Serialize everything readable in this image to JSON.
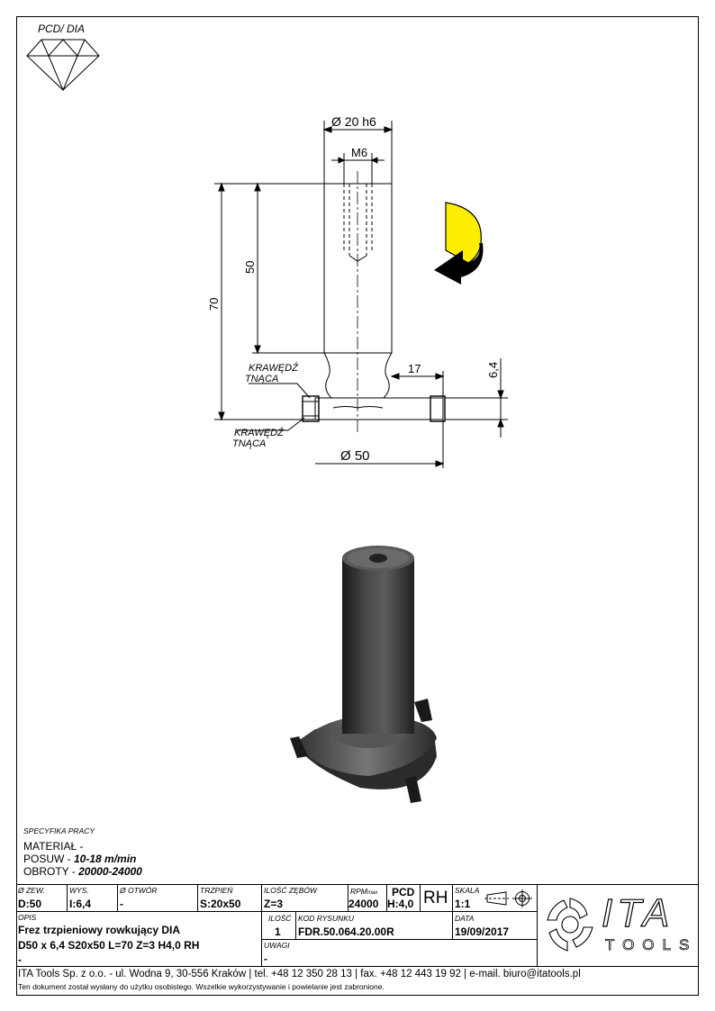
{
  "diamond_label": "PCD/ DIA",
  "drawing": {
    "dim_shank_diameter": "Ø 20 h6",
    "dim_thread": "M6",
    "dim_total_length": "70",
    "dim_shank_length": "50",
    "dim_height": "6,4",
    "dim_offset": "17",
    "dim_diameter": "Ø 50",
    "label_edge_1": [
      "KRAWĘDŹ",
      "TNĄCA"
    ],
    "label_edge_2": [
      "KRAWĘDŹ",
      "TNĄCA"
    ],
    "rotation_color": "#ffee00"
  },
  "spec": {
    "title": "SPECYFIKA PRACY",
    "material_label": "MATERIAŁ -",
    "feed_label": "POSUW - ",
    "feed_value": "10-18 m/min",
    "rpm_label": "OBROTY - ",
    "rpm_value": "20000-24000"
  },
  "title_block": {
    "outer_dia_label": "Ø ZEW.",
    "outer_dia_value": "D:50",
    "height_label": "WYS.",
    "height_value": "I:6,4",
    "bore_label": "Ø OTWÓR",
    "bore_value": "-",
    "shank_label": "TRZPIEŃ",
    "shank_value": "S:20x50",
    "teeth_label": "ILOŚĆ ZĘBÓW",
    "teeth_value": "Z=3",
    "rpm_label": "RPM",
    "rpm_sub": "max",
    "rpm_value": "24000",
    "pcd_label": "PCD",
    "pcd_value": "H:4,0",
    "rotation": "RH",
    "scale_label": "SKALA",
    "scale_value": "1:1",
    "desc_label": "OPIS",
    "desc_line1": "Frez trzpieniowy rowkujący DIA",
    "desc_line2": "D50 x 6,4 S20x50 L=70 Z=3 H4,0 RH",
    "desc_line3": "-",
    "qty_label": "ILOŚĆ",
    "qty_value": "1",
    "code_label": "KOD RYSUNKU",
    "code_value": "FDR.50.064.20.00R",
    "date_label": "DATA",
    "date_value": "19/09/2017",
    "notes_label": "UWAGI",
    "notes_value": "-",
    "logo_main": "ITA",
    "logo_sub": "TOOLS"
  },
  "footer": {
    "line1": "ITA Tools Sp. z o.o. - ul. Wodna 9, 30-556 Kraków | tel. +48 12 350 28 13 | fax. +48 12 443 19 92 | e-mail. biuro@itatools.pl",
    "line2": "Ten dokument został wysłany do użytku osobistego. Wszelkie wykorzystywanie i powielanie jest zabronione."
  }
}
